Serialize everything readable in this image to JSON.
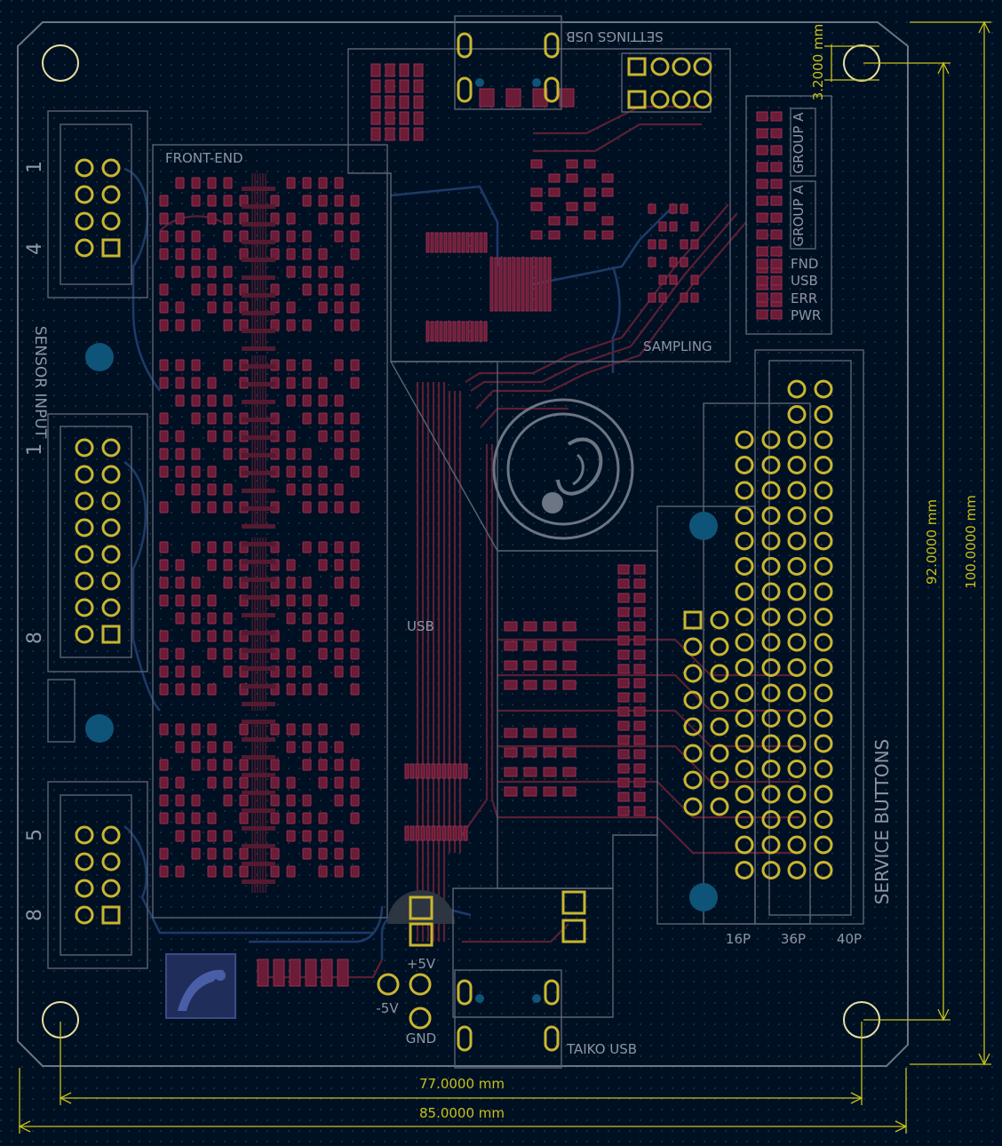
{
  "board": {
    "title_settings_usb": "SETTINGS USB",
    "title_taiko_usb": "TAIKO USB",
    "front_end_label": "FRONT-END",
    "sampling_label": "SAMPLING",
    "usb_label": "USB",
    "sensor_input_label": "SENSOR INPUT",
    "service_buttons_label": "SERVICE BUTTONS",
    "group_a_top": "GROUP A",
    "group_a_bottom": "GROUP A",
    "led_labels": [
      "FND",
      "USB",
      "ERR",
      "PWR"
    ],
    "sensor_pin_numbers": [
      "1",
      "4",
      "1",
      "8",
      "5",
      "8"
    ],
    "header_sizes": [
      "16P",
      "36P",
      "40P"
    ],
    "power_labels": {
      "plus5v": "+5V",
      "minus5v": "-5V",
      "gnd": "GND"
    }
  },
  "dimensions": {
    "width_outer": "85.0000 mm",
    "width_inner": "77.0000 mm",
    "height_outer": "100.0000 mm",
    "height_inner": "92.0000 mm",
    "hole": "3.2000 mm"
  },
  "colors": {
    "background": "#001023",
    "silkscreen": "#6b7583",
    "dimension": "#c6c21a",
    "front_copper": "#6b1c36",
    "back_copper": "#1d3a66",
    "through_hole": "#c9b630"
  }
}
